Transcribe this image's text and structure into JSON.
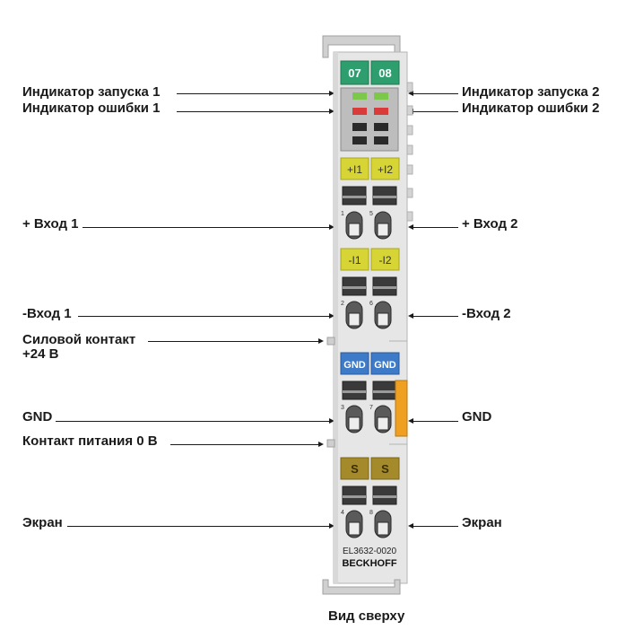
{
  "labels_left": {
    "start1": "Индикатор запуска 1",
    "error1": "Индикатор ошибки 1",
    "in1": "+ Вход 1",
    "minus1": "-Вход 1",
    "power24_l1": "Силовой контакт",
    "power24_l2": "+24 В",
    "gnd": "GND",
    "power0": "Контакт питания 0 В",
    "shield": "Экран"
  },
  "labels_right": {
    "start2": "Индикатор запуска 2",
    "error2": "Индикатор ошибки 2",
    "in2": "+ Вход 2",
    "minus2": "-Вход 2",
    "gnd": "GND",
    "shield": "Экран"
  },
  "terminal": {
    "tab1": "07",
    "tab2": "08",
    "plus_i1": "+I1",
    "plus_i2": "+I2",
    "minus_i1": "-I1",
    "minus_i2": "-I2",
    "gnd1": "GND",
    "gnd2": "GND",
    "s1": "S",
    "s2": "S",
    "n1": "1",
    "n5": "5",
    "n2": "2",
    "n6": "6",
    "n3": "3",
    "n7": "7",
    "n4": "4",
    "n8": "8",
    "model": "EL3632-0020",
    "brand": "BECKHOFF"
  },
  "caption": "Вид сверху",
  "colors": {
    "green_tab": "#2e9e6e",
    "yellow": "#d6d535",
    "blue": "#3d7bc8",
    "olive": "#a48a2a",
    "orange": "#f0a020",
    "body": "#e6e6e6"
  }
}
